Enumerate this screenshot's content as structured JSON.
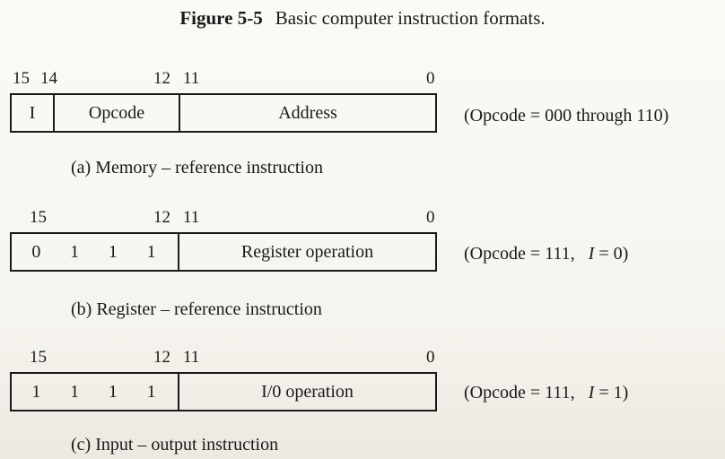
{
  "figure": {
    "number": "Figure 5-5",
    "title": "Basic computer instruction formats."
  },
  "formats": [
    {
      "id": "a",
      "bit_labels": {
        "b15": "15",
        "b14": "14",
        "b12": "12",
        "b11": "11",
        "b0": "0"
      },
      "fields": {
        "i": "I",
        "opcode": "Opcode",
        "address": "Address"
      },
      "note": "(Opcode =  000 through 110)",
      "caption": "(a) Memory – reference instruction"
    },
    {
      "id": "b",
      "bit_labels": {
        "b15": "15",
        "b12": "12",
        "b11": "11",
        "b0": "0"
      },
      "digits": [
        "0",
        "1",
        "1",
        "1"
      ],
      "operation": "Register operation",
      "note": {
        "opcode": "(Opcode = 111,",
        "i_var": "I",
        "i_value": "= 0)"
      },
      "caption": "(b) Register – reference instruction"
    },
    {
      "id": "c",
      "bit_labels": {
        "b15": "15",
        "b12": "12",
        "b11": "11",
        "b0": "0"
      },
      "digits": [
        "1",
        "1",
        "1",
        "1"
      ],
      "operation": "I/0 operation",
      "note": {
        "opcode": "(Opcode = 111,",
        "i_var": "I",
        "i_value": "= 1)"
      },
      "caption": "(c) Input – output instruction"
    }
  ]
}
